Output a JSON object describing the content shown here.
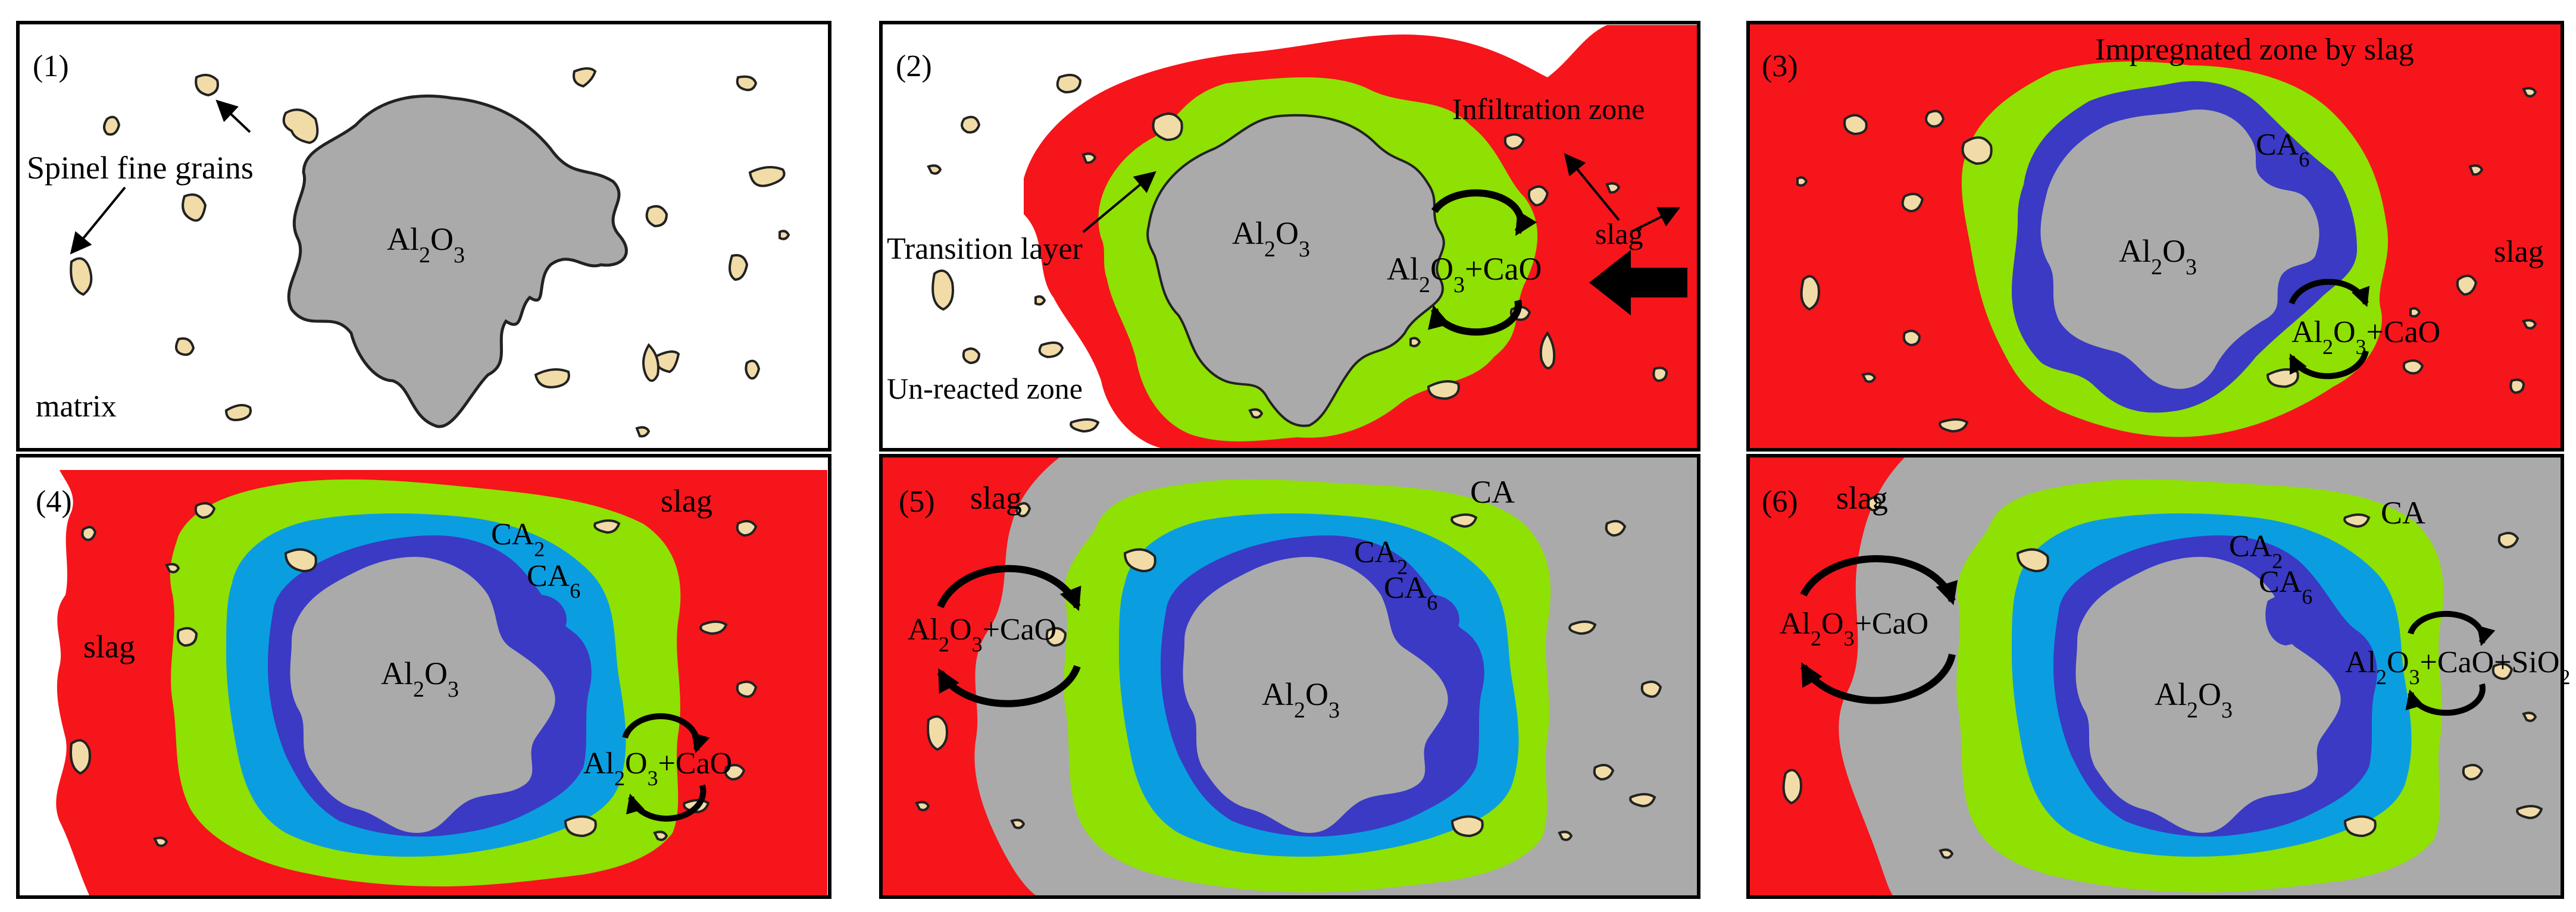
{
  "colors": {
    "slag": "#f5151b",
    "transition": "#8fe003",
    "ca2": "#0a9ee0",
    "ca6": "#3a3ac4",
    "alumina": "#aaaaaa",
    "ca": "#aaaaaa",
    "grain": "#f1dca8",
    "arrow": "#000000"
  },
  "panels": [
    {
      "number": "(1)",
      "labels": {
        "core": "Al2O3",
        "grains": "Spinel fine grains",
        "matrix": "matrix"
      }
    },
    {
      "number": "(2)",
      "labels": {
        "core": "Al2O3",
        "reaction": "Al2O3+CaO",
        "transition": "Transition layer",
        "infiltration": "Infiltration zone",
        "slag": "slag",
        "unreacted": "Un-reacted zone"
      }
    },
    {
      "number": "(3)",
      "labels": {
        "core": "Al2O3",
        "impregnated": "Impregnated zone by slag",
        "ca6": "CA6",
        "slag": "slag",
        "reaction": "Al2O3+CaO"
      }
    },
    {
      "number": "(4)",
      "labels": {
        "core": "Al2O3",
        "slag_right": "slag",
        "slag_left": "slag",
        "ca2": "CA2",
        "ca6": "CA6",
        "reaction": "Al2O3+CaO"
      }
    },
    {
      "number": "(5)",
      "labels": {
        "core": "Al2O3",
        "slag": "slag",
        "ca": "CA",
        "ca2": "CA2",
        "ca6": "CA6",
        "reaction": "Al2O3+CaO"
      }
    },
    {
      "number": "(6)",
      "labels": {
        "core": "Al2O3",
        "slag": "slag",
        "ca": "CA",
        "ca2": "CA2",
        "ca6": "CA6",
        "reaction_left": "Al2O3+CaO",
        "reaction_right": "Al2O3+CaO+SiO2"
      }
    }
  ]
}
